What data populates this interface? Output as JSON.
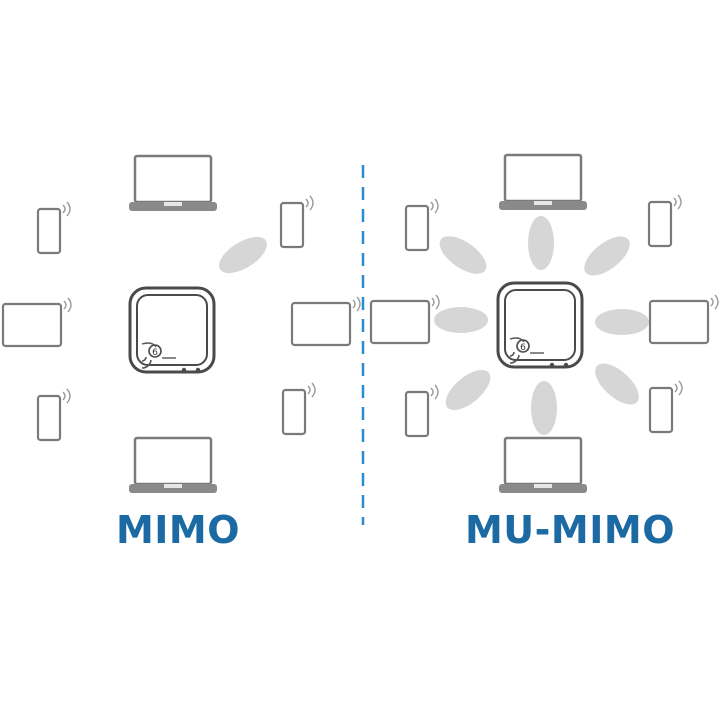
{
  "colors": {
    "accent": "#1c6aa3",
    "divider": "#2a8ccc",
    "device_stroke": "#777777",
    "router_stroke": "#4a4a4a",
    "beam": "#d6d6d6",
    "laptop_base": "#8a8a8a"
  },
  "left": {
    "label": "MIMO"
  },
  "right": {
    "label": "MU-MIMO"
  },
  "router": {
    "badge": "6"
  },
  "icons": {
    "router": "wifi-router-icon",
    "laptop": "laptop-icon",
    "phone": "smartphone-icon",
    "tablet": "tablet-icon",
    "signal": "wifi-signal-icon"
  }
}
